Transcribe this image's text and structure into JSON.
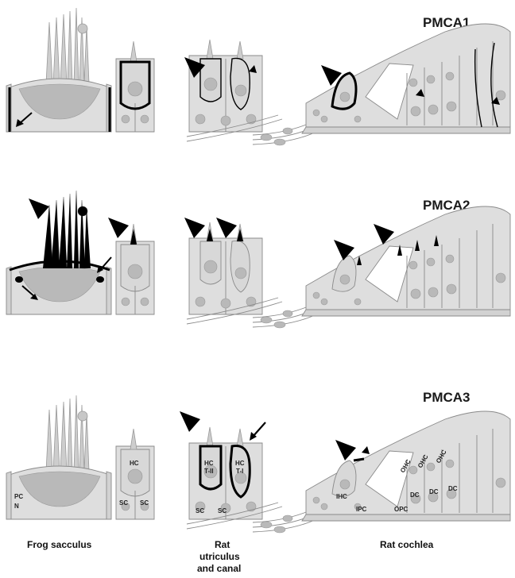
{
  "rows": [
    {
      "title": "PMCA1"
    },
    {
      "title": "PMCA2"
    },
    {
      "title": "PMCA3"
    }
  ],
  "cell_labels": {
    "pc": "PC",
    "n": "N",
    "hc": "HC",
    "sc": "SC",
    "hc_t2_a": "HC",
    "hc_t2_b": "T-II",
    "hc_t1_a": "HC",
    "hc_t1_b": "T-I",
    "ihc": "IHC",
    "ipc": "IPC",
    "opc": "OPC",
    "ohc": "OHC",
    "dc": "DC"
  },
  "captions": {
    "frog": "Frog sacculus",
    "utric_1": "Rat",
    "utric_2": "utriculus",
    "utric_3": "and canal",
    "cochlea": "Rat cochlea"
  }
}
